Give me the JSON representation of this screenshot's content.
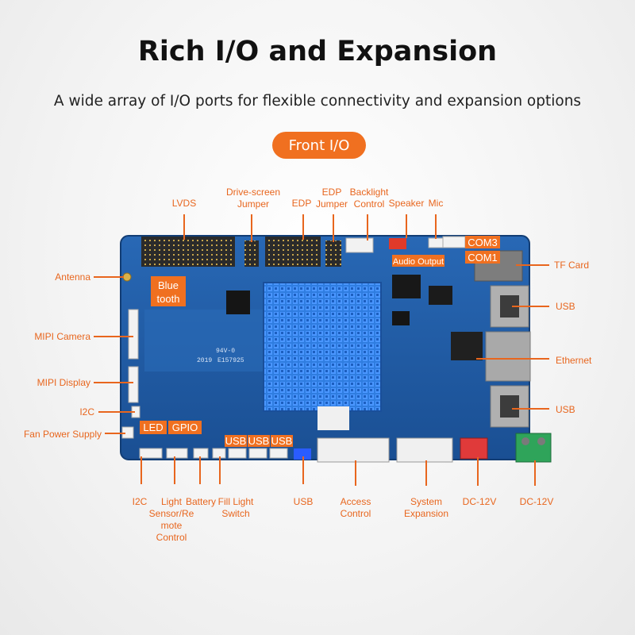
{
  "title": "Rich I/O and Expansion",
  "subtitle": "A wide array of I/O ports for flexible connectivity and expansion options",
  "section_pill": "Front I/O",
  "labels": {
    "lvds": "LVDS",
    "drive_screen_1": "Drive-screen",
    "drive_screen_2": "Jumper",
    "edp": "EDP",
    "edp_jumper_1": "EDP",
    "edp_jumper_2": "Jumper",
    "backlight_1": "Backlight",
    "backlight_2": "Control",
    "speaker": "Speaker",
    "mic": "Mic",
    "antenna": "Antenna",
    "mipi_camera": "MIPI Camera",
    "mipi_display": "MIPI Display",
    "i2c_left": "I2C",
    "fan_power": "Fan Power Supply",
    "tf_card": "TF Card",
    "usb_right_top": "USB",
    "ethernet": "Ethernet",
    "usb_right_bottom": "USB",
    "i2c_bottom": "I2C",
    "light_sensor_1": "Light",
    "light_sensor_2": "Sensor/Re",
    "light_sensor_3": "mote",
    "light_sensor_4": "Control",
    "battery": "Battery",
    "fill_light_1": "Fill Light",
    "fill_light_2": "Switch",
    "usb_bottom": "USB",
    "access_control_1": "Access",
    "access_control_2": "Control",
    "system_expansion_1": "System",
    "system_expansion_2": "Expansion",
    "dc_12v_a": "DC-12V",
    "dc_12v_b": "DC-12V"
  },
  "board_tags": {
    "bluetooth_1": "Blue",
    "bluetooth_2": "tooth",
    "led": "LED",
    "gpio": "GPIO",
    "usb1": "USB",
    "usb2": "USB",
    "usb3": "USB",
    "com3": "COM3",
    "com1": "COM1",
    "audio_output": "Audio Output"
  },
  "board_silk": {
    "date_code": "2019",
    "serial": "E157925",
    "rating": "94V-0"
  },
  "colors": {
    "accent": "#e8661e",
    "pcb": "#1f5ea8",
    "heatsink": "#2f7de0"
  }
}
